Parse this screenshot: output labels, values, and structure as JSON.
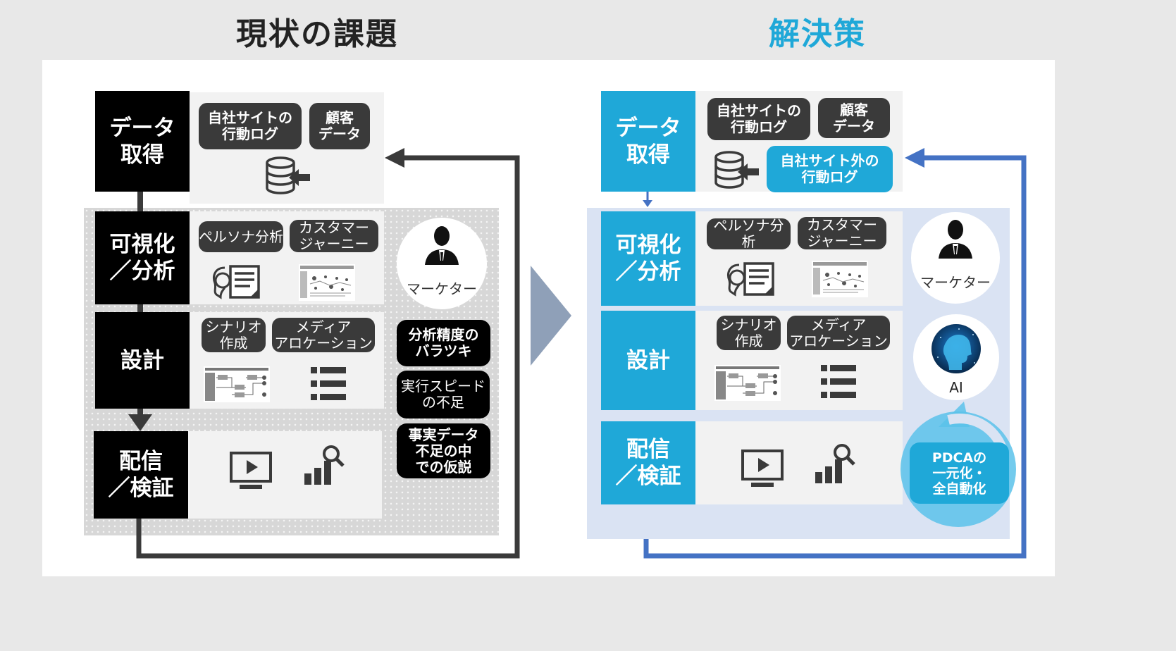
{
  "headings": {
    "current": "現状の課題",
    "solution": "解決策"
  },
  "colors": {
    "current_label": "#000000",
    "solution_label": "#1fa8d8",
    "solution_arrow": "#4472c4",
    "solution_bg": "#dae3f3",
    "center_arrow": "#8fa0b8"
  },
  "current": {
    "stages": [
      "データ\n取得",
      "可視化\n／分析",
      "設計",
      "配信\n／検証"
    ],
    "chips": {
      "site_log": "自社サイトの\n行動ログ",
      "customer": "顧客\nデータ",
      "persona": "ペルソナ分析",
      "journey": "カスタマー\nジャーニー",
      "scenario": "シナリオ\n作成",
      "media": "メディア\nアロケーション"
    },
    "marketer": "マーケター",
    "issues": [
      "分析精度の\nバラツキ",
      "実行スピード\nの不足",
      "事実データ\n不足の中\nでの仮説"
    ]
  },
  "solution": {
    "stages": [
      "データ\n取得",
      "可視化\n／分析",
      "設計",
      "配信\n／検証"
    ],
    "chips": {
      "site_log": "自社サイトの\n行動ログ",
      "customer": "顧客\nデータ",
      "external_log": "自社サイト外の\n行動ログ",
      "persona": "ペルソナ分析",
      "journey": "カスタマー\nジャーニー",
      "scenario": "シナリオ\n作成",
      "media": "メディア\nアロケーション"
    },
    "marketer": "マーケター",
    "ai": "AI",
    "pdca": "PDCAの\n一元化・\n全自動化"
  }
}
